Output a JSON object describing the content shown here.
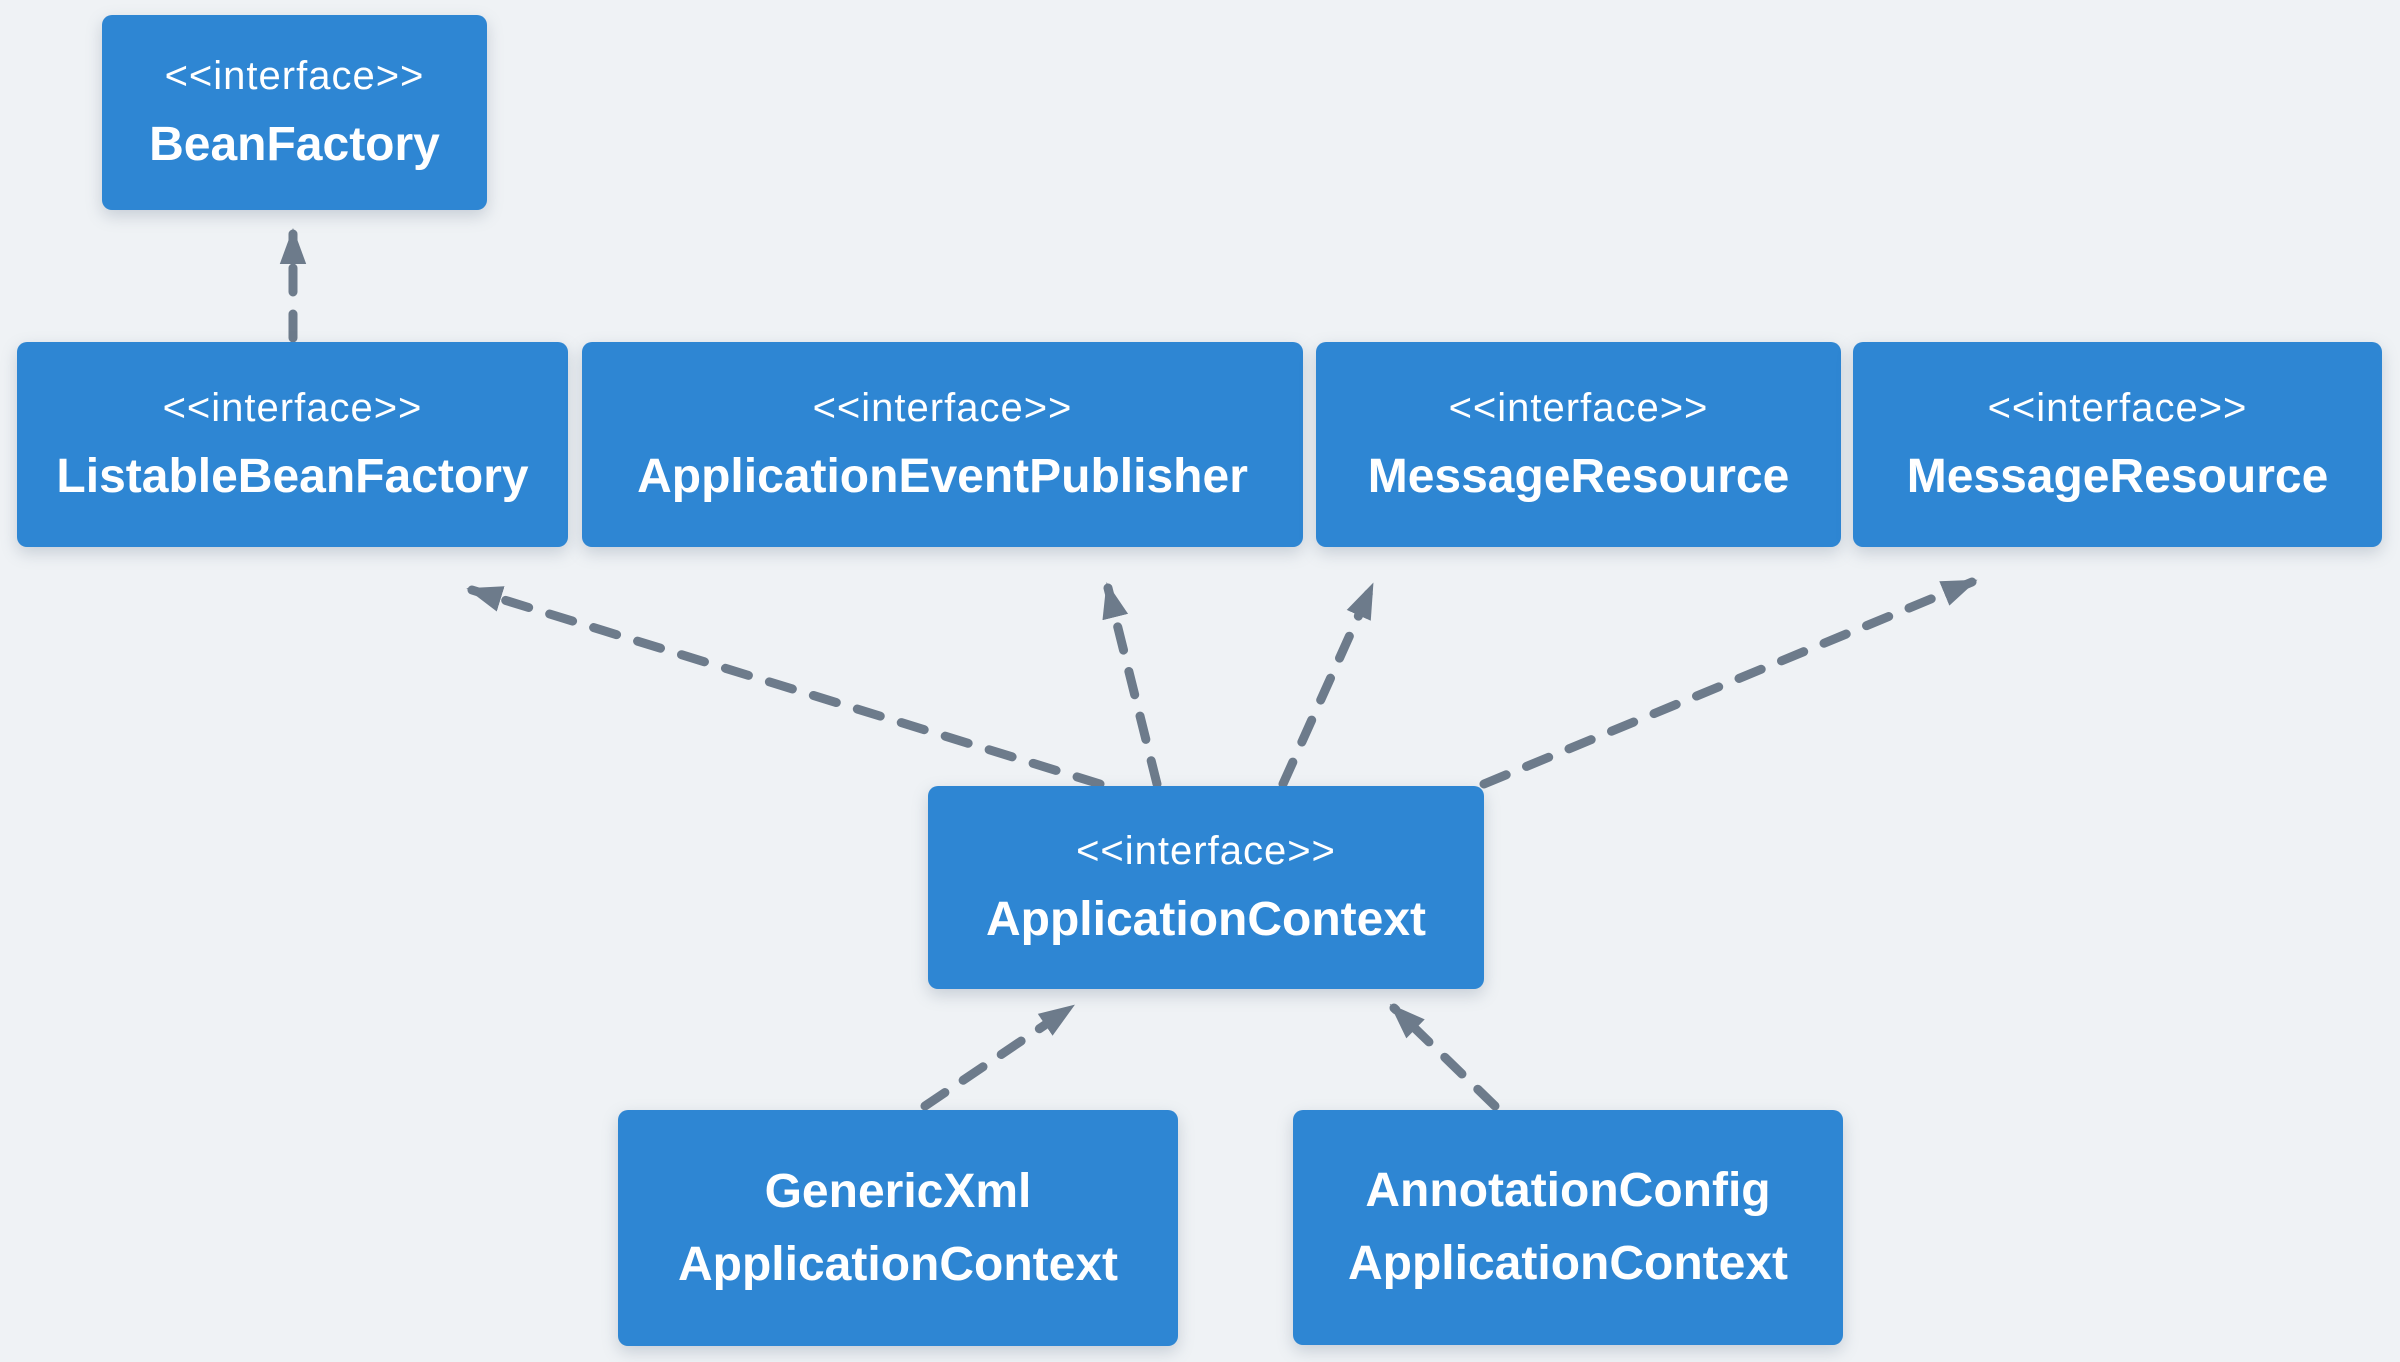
{
  "diagram": {
    "kind": "uml-interface-hierarchy",
    "stereotype_label": "<<interface>>"
  },
  "colors": {
    "background": "#EFF2F5",
    "node_fill": "#2E86D3",
    "node_text": "#FFFFFF",
    "arrow": "#6D7B8B"
  },
  "nodes": [
    {
      "id": "bean-factory",
      "stereotype": "<<interface>>",
      "name": "BeanFactory"
    },
    {
      "id": "listable-bean-factory",
      "stereotype": "<<interface>>",
      "name": "ListableBeanFactory"
    },
    {
      "id": "application-event-publisher",
      "stereotype": "<<interface>>",
      "name": "ApplicationEventPublisher"
    },
    {
      "id": "message-resource-1",
      "stereotype": "<<interface>>",
      "name": "MessageResource"
    },
    {
      "id": "message-resource-2",
      "stereotype": "<<interface>>",
      "name": "MessageResource"
    },
    {
      "id": "application-context",
      "stereotype": "<<interface>>",
      "name": "ApplicationContext"
    },
    {
      "id": "generic-xml-application-context",
      "name_line1": "GenericXml",
      "name_line2": "ApplicationContext"
    },
    {
      "id": "annotation-config-application-context",
      "name_line1": "AnnotationConfig",
      "name_line2": "ApplicationContext"
    }
  ],
  "edges": [
    {
      "from": "ListableBeanFactory",
      "to": "BeanFactory",
      "style": "dashed-open-arrow"
    },
    {
      "from": "ApplicationContext",
      "to": "ListableBeanFactory",
      "style": "dashed-open-arrow"
    },
    {
      "from": "ApplicationContext",
      "to": "ApplicationEventPublisher",
      "style": "dashed-open-arrow"
    },
    {
      "from": "ApplicationContext",
      "to": "MessageResource",
      "style": "dashed-open-arrow"
    },
    {
      "from": "ApplicationContext",
      "to": "MessageResource-2",
      "style": "dashed-open-arrow"
    },
    {
      "from": "GenericXmlApplicationContext",
      "to": "ApplicationContext",
      "style": "dashed-open-arrow"
    },
    {
      "from": "AnnotationConfigApplicationContext",
      "to": "ApplicationContext",
      "style": "dashed-open-arrow"
    }
  ]
}
